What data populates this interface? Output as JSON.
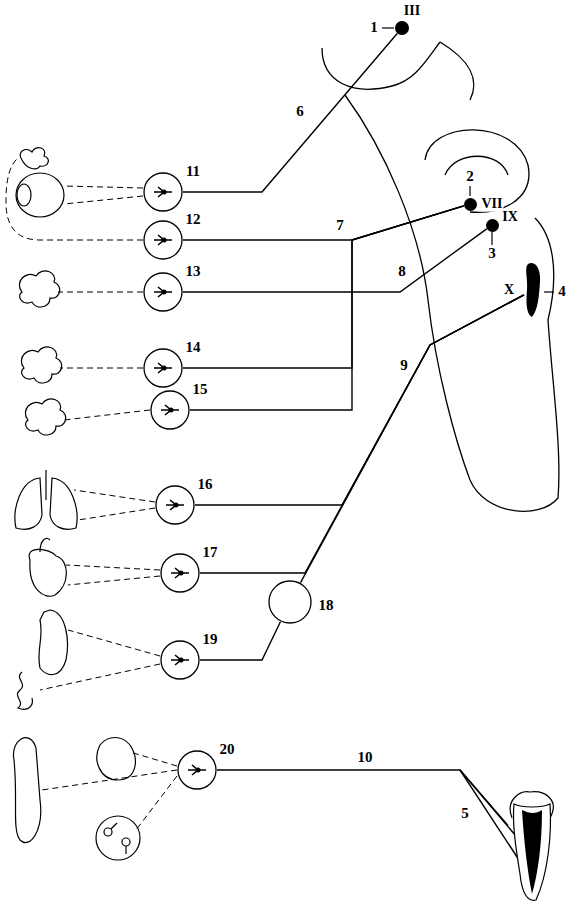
{
  "diagram": {
    "nodes": [
      {
        "text": [
          "III"
        ]
      },
      {
        "text": [
          "VII"
        ]
      },
      {
        "text": [
          "IX"
        ]
      },
      {
        "text": [
          "X"
        ]
      },
      {
        "text": [
          "5"
        ]
      },
      {
        "text": [
          "11"
        ]
      },
      {
        "text": [
          "12"
        ]
      },
      {
        "text": [
          "13"
        ]
      },
      {
        "text": [
          "14"
        ]
      },
      {
        "text": [
          "15"
        ]
      },
      {
        "text": [
          "16"
        ]
      },
      {
        "text": [
          "17"
        ]
      },
      {
        "text": [
          "18"
        ]
      },
      {
        "text": [
          "19"
        ]
      },
      {
        "text": [
          "20"
        ]
      }
    ],
    "edges": [
      {
        "from": 0,
        "to": 5,
        "arrow": "none",
        "label": "6"
      },
      {
        "from": 1,
        "to": 6,
        "arrow": "none",
        "label": "7"
      },
      {
        "from": 1,
        "to": 8,
        "arrow": "none"
      },
      {
        "from": 1,
        "to": 9,
        "arrow": "none"
      },
      {
        "from": 2,
        "to": 7,
        "arrow": "none",
        "label": "8"
      },
      {
        "from": 3,
        "to": 10,
        "arrow": "none"
      },
      {
        "from": 3,
        "to": 11,
        "arrow": "none"
      },
      {
        "from": 3,
        "to": 12,
        "arrow": "none",
        "label": "9"
      },
      {
        "from": 12,
        "to": 13,
        "arrow": "none"
      },
      {
        "from": 4,
        "to": 14,
        "arrow": "none",
        "label": "10"
      }
    ],
    "labels": [
      "1",
      "2",
      "3",
      "4"
    ]
  }
}
